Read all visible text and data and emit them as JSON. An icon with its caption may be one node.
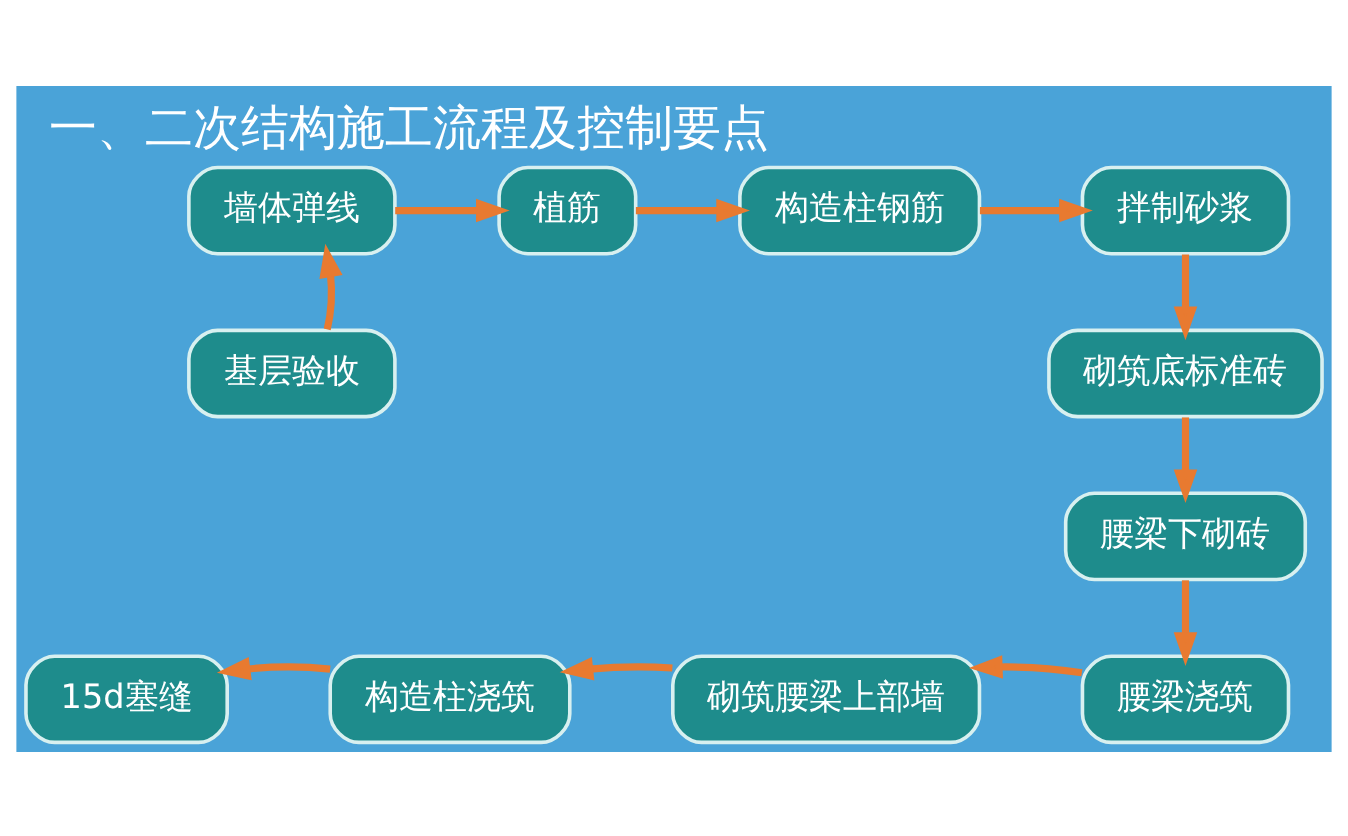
{
  "diagram": {
    "title": "一、二次结构施工流程及控制要点",
    "nodes": [
      {
        "text": [
          "墙体弹线"
        ]
      },
      {
        "text": [
          "植筋"
        ]
      },
      {
        "text": [
          "构造柱钢筋"
        ]
      },
      {
        "text": [
          "拌制砂浆"
        ]
      },
      {
        "text": [
          "基层验收"
        ]
      },
      {
        "text": [
          "砌筑底标准砖"
        ]
      },
      {
        "text": [
          "腰梁下砌砖"
        ]
      },
      {
        "text": [
          "15d塞缝"
        ]
      },
      {
        "text": [
          "构造柱浇筑"
        ]
      },
      {
        "text": [
          "砌筑腰梁上部墙"
        ]
      },
      {
        "text": [
          "腰梁浇筑"
        ]
      }
    ],
    "edges": [
      {
        "from": 4,
        "to": 0,
        "arrow": "to"
      },
      {
        "from": 0,
        "to": 1,
        "arrow": "to"
      },
      {
        "from": 1,
        "to": 2,
        "arrow": "to"
      },
      {
        "from": 2,
        "to": 3,
        "arrow": "to"
      },
      {
        "from": 3,
        "to": 5,
        "arrow": "to"
      },
      {
        "from": 5,
        "to": 6,
        "arrow": "to"
      },
      {
        "from": 6,
        "to": 10,
        "arrow": "to"
      },
      {
        "from": 10,
        "to": 9,
        "arrow": "to"
      },
      {
        "from": 9,
        "to": 8,
        "arrow": "to"
      },
      {
        "from": 8,
        "to": 7,
        "arrow": "to"
      }
    ]
  }
}
